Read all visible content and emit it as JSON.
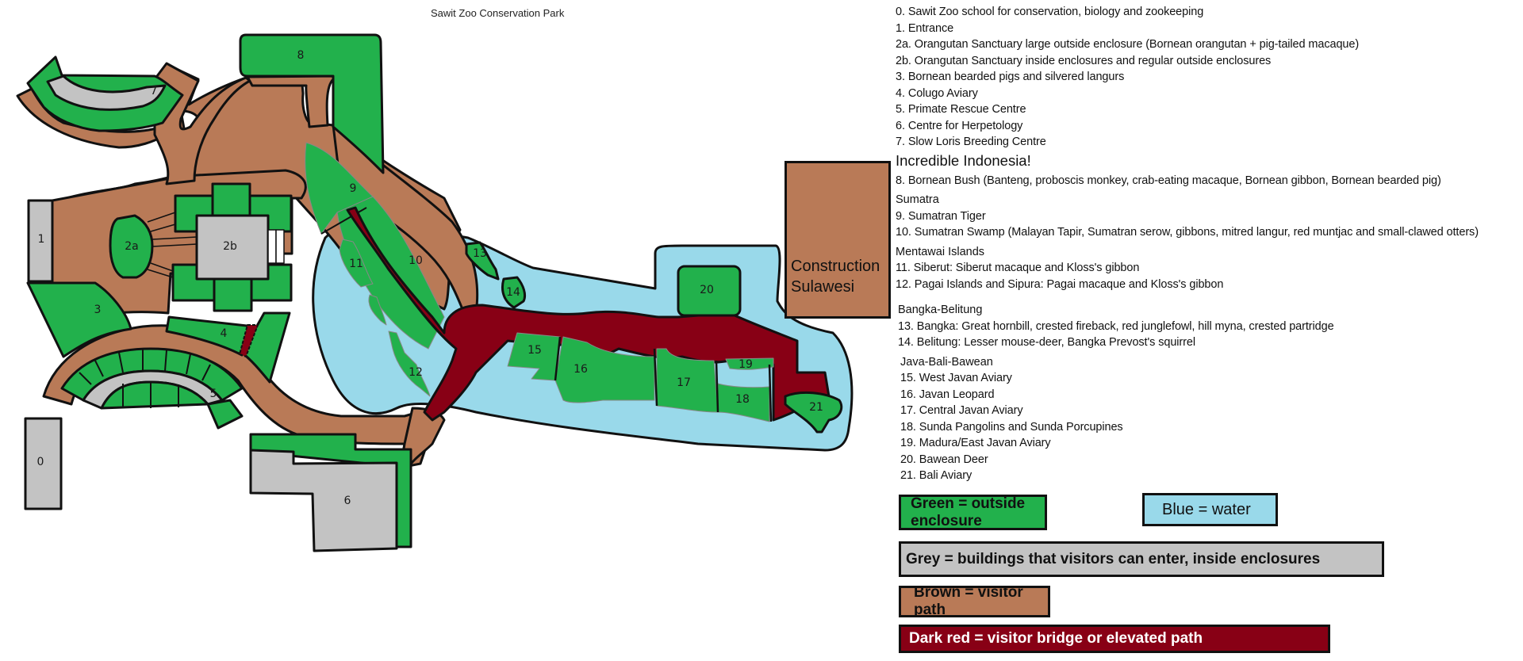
{
  "header": {
    "title": "Sawit Zoo Conservation Park"
  },
  "colors": {
    "enclosure_green": "#22b14c",
    "water_blue": "#99d9ea",
    "building_grey": "#c3c3c3",
    "path_brown": "#b97a57",
    "bridge_darkred": "#880015",
    "outline": "#111111"
  },
  "map": {
    "labels": {
      "z0": "0",
      "z1": "1",
      "z2a": "2a",
      "z2b": "2b",
      "z3": "3",
      "z4": "4",
      "z5": "5",
      "z6": "6",
      "z7": "7",
      "z8": "8",
      "z9": "9",
      "z10": "10",
      "z11": "11",
      "z12": "12",
      "z13": "13",
      "z14": "14",
      "z15": "15",
      "z16": "16",
      "z17": "17",
      "z18": "18",
      "z19": "19",
      "z20": "20",
      "z21": "21"
    },
    "construction": {
      "line1": "Construction",
      "line2": "Sulawesi"
    }
  },
  "legend": {
    "items_top": [
      "0. Sawit Zoo school for conservation, biology and zookeeping",
      "1. Entrance",
      "2a. Orangutan Sanctuary large outside enclosure (Bornean orangutan + pig-tailed macaque)",
      "2b. Orangutan Sanctuary inside enclosures and regular outside enclosures",
      "3. Bornean bearded pigs and silvered langurs",
      "4. Colugo Aviary",
      "5. Primate Rescue Centre",
      "6. Centre for Herpetology",
      "7. Slow Loris Breeding Centre"
    ],
    "section_title": "Incredible Indonesia!",
    "bornean": "8. Bornean Bush (Banteng, proboscis monkey, crab-eating macaque, Bornean gibbon, Bornean bearded pig)",
    "sumatra": {
      "heading": "Sumatra",
      "items": [
        "9. Sumatran Tiger",
        "10. Sumatran Swamp (Malayan Tapir, Sumatran serow, gibbons, mitred langur, red muntjac and small-clawed otters)"
      ]
    },
    "mentawai": {
      "heading": "Mentawai Islands",
      "items": [
        "11. Siberut: Siberut macaque and Kloss's gibbon",
        "12. Pagai Islands and Sipura: Pagai macaque and Kloss's gibbon"
      ]
    },
    "bangka": {
      "heading": "Bangka-Belitung",
      "items": [
        "13. Bangka: Great hornbill, crested fireback, red junglefowl, hill myna, crested partridge",
        "14. Belitung: Lesser mouse-deer, Bangka Prevost's squirrel"
      ]
    },
    "java": {
      "heading": "Java-Bali-Bawean",
      "items": [
        "15. West Javan Aviary",
        "16. Javan Leopard",
        "17. Central Javan Aviary",
        "18. Sunda Pangolins and Sunda Porcupines",
        "19. Madura/East Javan Aviary",
        "20. Bawean Deer",
        "21. Bali Aviary"
      ]
    }
  },
  "key": {
    "green": "Green = outside enclosure",
    "blue": "Blue = water",
    "grey": "Grey = buildings that visitors can enter, inside enclosures",
    "brown": "Brown = visitor path",
    "darkred": "Dark red = visitor bridge or elevated path"
  }
}
